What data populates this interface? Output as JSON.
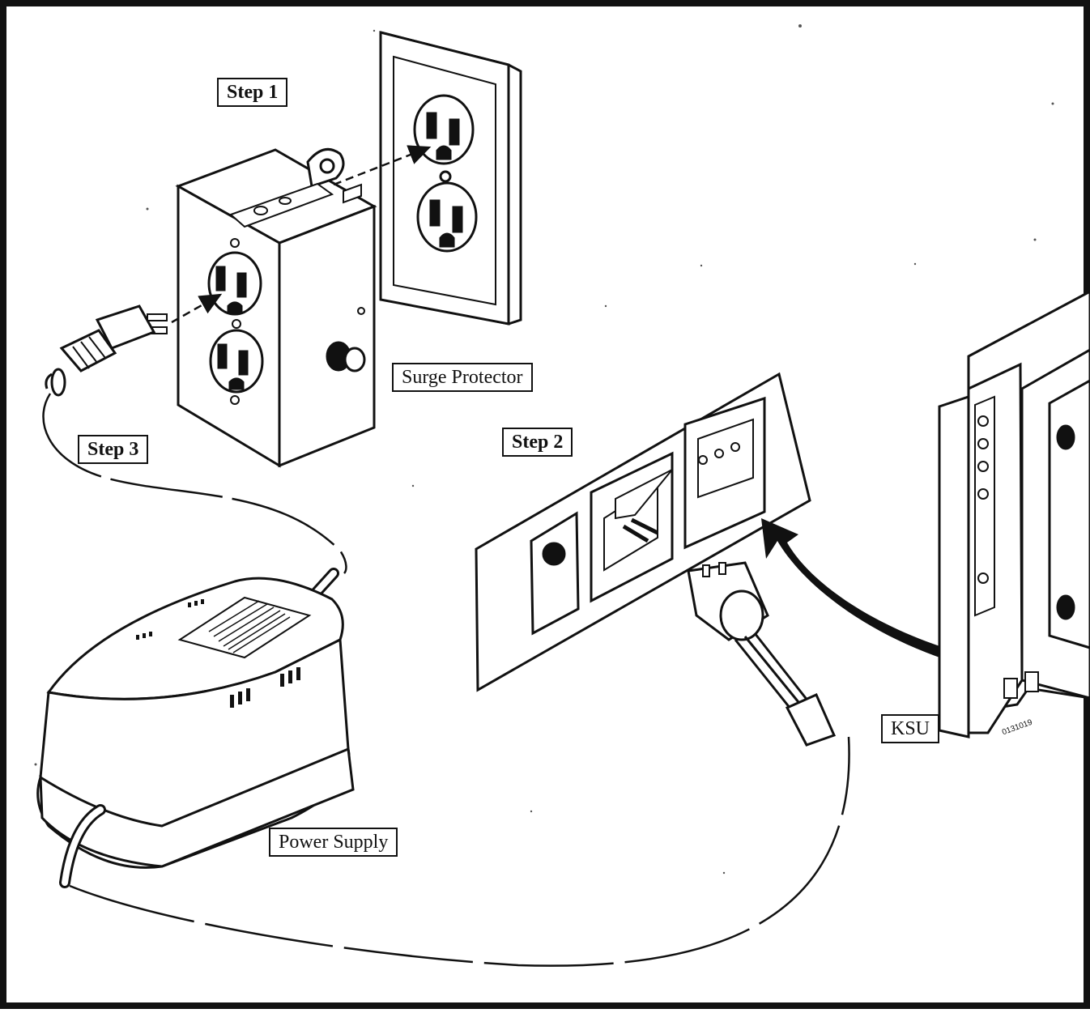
{
  "labels": {
    "step1": "Step 1",
    "step2": "Step 2",
    "step3": "Step 3",
    "surge_protector": "Surge Protector",
    "power_supply": "Power Supply",
    "ksu": "KSU"
  },
  "figure_code": "0131019"
}
